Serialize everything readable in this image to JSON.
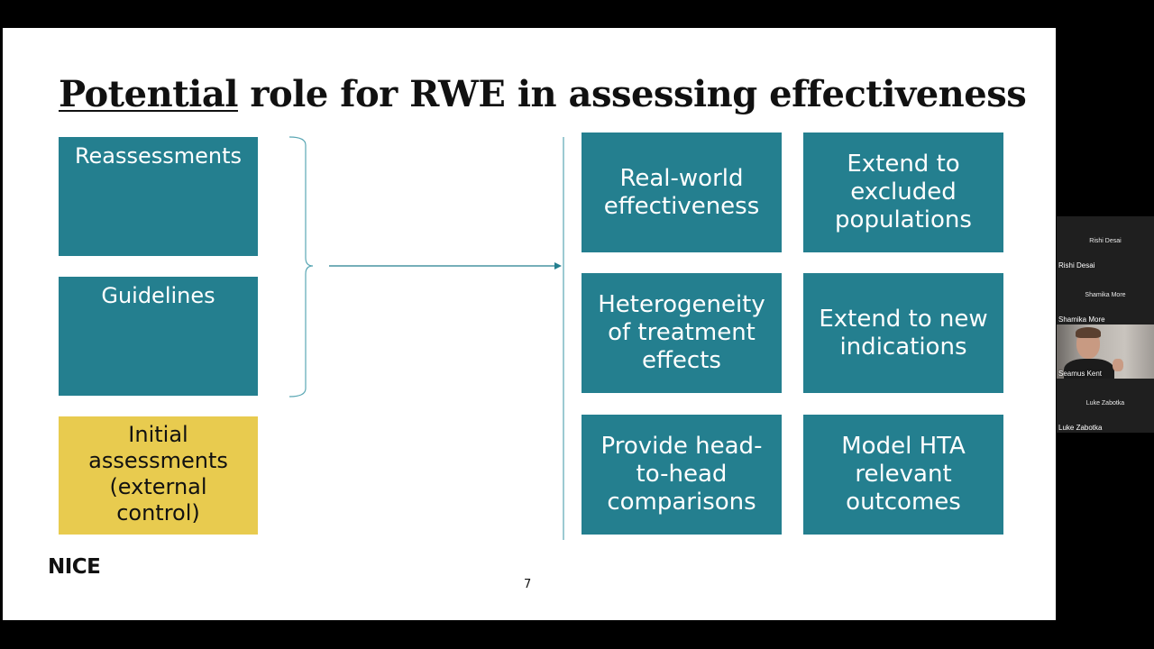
{
  "slide": {
    "title_underlined": "Potential",
    "title_rest": " role for RWE in assessing effectiveness",
    "left_boxes": [
      {
        "label": "Reassessments"
      },
      {
        "label": "Guidelines"
      },
      {
        "label": "Initial assessments (external control)"
      }
    ],
    "right_boxes": [
      {
        "label": "Real-world effectiveness"
      },
      {
        "label": "Extend to excluded populations"
      },
      {
        "label": "Heterogeneity of treatment effects"
      },
      {
        "label": "Extend to new indications"
      },
      {
        "label": "Provide head-to-head comparisons"
      },
      {
        "label": "Model HTA relevant outcomes"
      }
    ],
    "logo": "NICE",
    "page_number": "7",
    "colors": {
      "teal": "#247f8f",
      "yellow": "#e8cb4f"
    }
  },
  "participants": [
    {
      "name": "Rishi Desai",
      "video": false
    },
    {
      "name": "Shamika More",
      "video": false
    },
    {
      "name": "Seamus Kent",
      "video": true
    },
    {
      "name": "Luke Zabotka",
      "video": false
    }
  ]
}
